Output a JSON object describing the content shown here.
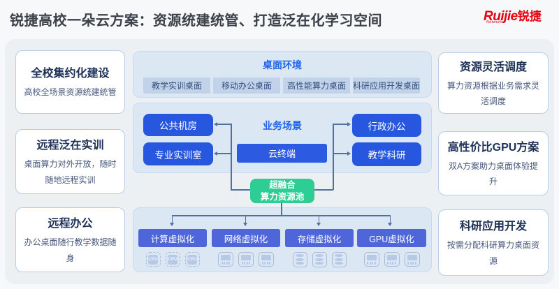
{
  "header": {
    "title": "锐捷高校一朵云方案：资源统建统管、打造泛在化学习空间",
    "logo": {
      "brand": "Ruijie",
      "brand_cn": "锐捷",
      "sub": "Networks",
      "color": "#e60012"
    }
  },
  "left_cards": [
    {
      "title": "全校集约化建设",
      "desc": "高校全场景资源统建统管"
    },
    {
      "title": "远程泛在实训",
      "desc": "桌面算力对外开放，随时随地远程实训"
    },
    {
      "title": "远程办公",
      "desc": "办公桌面随行教学数据随身"
    }
  ],
  "right_cards": [
    {
      "title": "资源灵活调度",
      "desc": "算力资源根据业务需求灵活调度"
    },
    {
      "title": "高性价比GPU方案",
      "desc": "双A方案助力桌面体验提升"
    },
    {
      "title": "科研应用开发",
      "desc": "按需分配科研算力桌面资源"
    }
  ],
  "desktop_env": {
    "title": "桌面环境",
    "items": [
      "教学实训桌面",
      "移动办公桌面",
      "高性能算力桌面",
      "科研应用开发桌面"
    ]
  },
  "business": {
    "title": "业务场景",
    "left": [
      "公共机房",
      "专业实训室"
    ],
    "right": [
      "行政办公",
      "教学科研"
    ],
    "center": "云终端"
  },
  "pool": {
    "line1": "超融合",
    "line2": "算力资源池"
  },
  "platform": {
    "items": [
      {
        "label": "计算虚拟化",
        "icon": "cpu-chip-icon",
        "icon_label": "CPU"
      },
      {
        "label": "网络虚拟化",
        "icon": "network-port-icon"
      },
      {
        "label": "存储虚拟化",
        "icon": "storage-disks-icon"
      },
      {
        "label": "GPU虚拟化",
        "icon": "gpu-chip-icon"
      }
    ]
  },
  "colors": {
    "accent_blue": "#2857df",
    "deep_blue": "#2c5ae0",
    "indigo": "#4e66da",
    "green": "#2ecd93",
    "section_title_blue": "#1f64ea",
    "logo_red": "#e60012",
    "connector": "#50709f"
  }
}
